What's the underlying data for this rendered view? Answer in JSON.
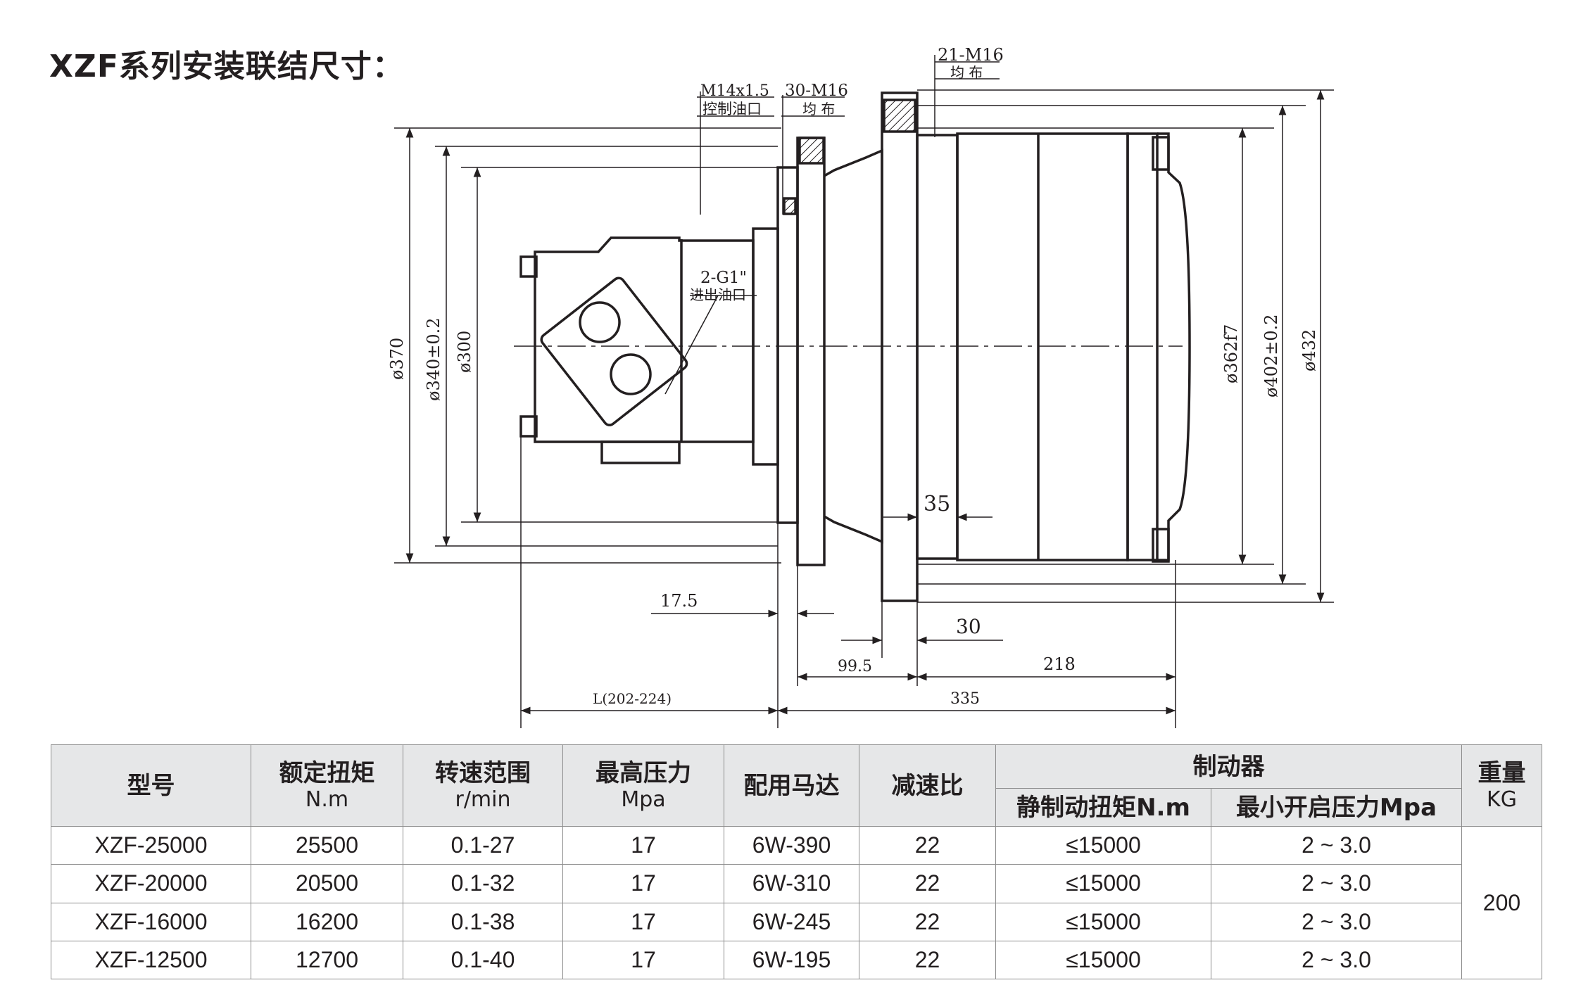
{
  "page": {
    "title": "XZF系列安装联结尺寸："
  },
  "drawing": {
    "callouts": {
      "bolt_21": "21-M16",
      "bolt_21_note": "均 布",
      "control_port": "M14x1.5",
      "control_port_note": "控制油口",
      "bolt_30": "30-M16",
      "bolt_30_note": "均 布",
      "oil_port": "2-G1\"",
      "oil_port_note": "进出油口"
    },
    "dimensions": {
      "d370": "ø370",
      "d340": "ø340±0.2",
      "d300": "ø300",
      "d362": "ø362f7",
      "d402": "ø402±0.2",
      "d432": "ø432",
      "w35": "35",
      "w17_5": "17.5",
      "w30": "30",
      "w99_5": "99.5",
      "w218": "218",
      "w_l": "L(202-224)",
      "w335": "335"
    }
  },
  "table": {
    "headers": {
      "model": "型号",
      "torque": "额定扭矩",
      "torque_unit": "N.m",
      "speed": "转速范围",
      "speed_unit": "r/min",
      "pressure": "最高压力",
      "pressure_unit": "Mpa",
      "motor": "配用马达",
      "ratio": "减速比",
      "brake": "制动器",
      "brake_torque": "静制动扭矩N.m",
      "brake_pressure": "最小开启压力Mpa",
      "weight": "重量",
      "weight_unit": "KG"
    },
    "rows": [
      {
        "model": "XZF-25000",
        "torque": "25500",
        "speed": "0.1-27",
        "pressure": "17",
        "motor": "6W-390",
        "ratio": "22",
        "brake_torque": "≤15000",
        "brake_pressure": "2 ~ 3.0"
      },
      {
        "model": "XZF-20000",
        "torque": "20500",
        "speed": "0.1-32",
        "pressure": "17",
        "motor": "6W-310",
        "ratio": "22",
        "brake_torque": "≤15000",
        "brake_pressure": "2 ~ 3.0"
      },
      {
        "model": "XZF-16000",
        "torque": "16200",
        "speed": "0.1-38",
        "pressure": "17",
        "motor": "6W-245",
        "ratio": "22",
        "brake_torque": "≤15000",
        "brake_pressure": "2 ~ 3.0"
      },
      {
        "model": "XZF-12500",
        "torque": "12700",
        "speed": "0.1-40",
        "pressure": "17",
        "motor": "6W-195",
        "ratio": "22",
        "brake_torque": "≤15000",
        "brake_pressure": "2 ~ 3.0"
      }
    ],
    "weight": "200"
  },
  "colors": {
    "ink": "#231f20",
    "header_bg": "#e6e7e8",
    "grid": "#8d8d8d"
  }
}
